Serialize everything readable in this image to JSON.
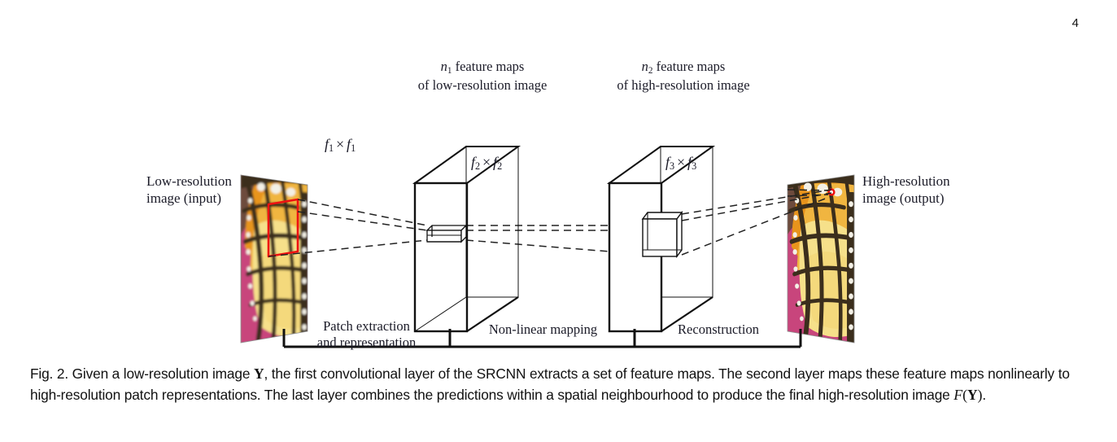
{
  "page": {
    "number": "4"
  },
  "figure": {
    "top_labels": {
      "layer1_line1_prefix": "n",
      "layer1_line1_sub": "1",
      "layer1_line1_rest": " feature maps",
      "layer1_line2": "of low-resolution image",
      "layer2_line1_prefix": "n",
      "layer2_line1_sub": "2",
      "layer2_line1_rest": " feature maps",
      "layer2_line2": "of high-resolution image"
    },
    "side_labels": {
      "input_line1": "Low-resolution",
      "input_line2": "image (input)",
      "output_line1": "High-resolution",
      "output_line2": "image (output)"
    },
    "kernel_labels": {
      "f1_var": "f",
      "f1_sub": "1",
      "f2_var": "f",
      "f2_sub": "2",
      "f3_var": "f",
      "f3_sub": "3",
      "times": "×"
    },
    "stage_labels": {
      "stage1_line1": "Patch extraction",
      "stage1_line2": "and representation",
      "stage2": "Non-linear mapping",
      "stage3": "Reconstruction"
    },
    "colors": {
      "stroke": "#111111",
      "patch_marker": "#ee1111",
      "dashed": "#222222",
      "butterfly_wing_light": "#f6e08a",
      "butterfly_wing_mid": "#f0b541",
      "butterfly_wing_orange": "#e8941f",
      "butterfly_vein": "#3a2d1c",
      "butterfly_bg_pink": "#c8457c",
      "butterfly_bg_dark": "#6a4a3a"
    },
    "alt_text": {
      "input_thumbnail": "monarch butterfly wing, low resolution",
      "output_thumbnail": "monarch butterfly wing, high resolution"
    }
  },
  "caption": {
    "label": "Fig. 2.",
    "part1": "  Given a low-resolution image ",
    "symbol_Y1": "Y",
    "part2": ", the first convolutional layer of the SRCNN extracts a set of feature maps. The second layer maps these feature maps nonlinearly to high-resolution patch representations. The last layer combines the predictions within a spatial neighbourhood to produce the final high-resolution image ",
    "symbol_F": "F",
    "paren_open": "(",
    "symbol_Y2": "Y",
    "paren_close": ")",
    "period": "."
  }
}
